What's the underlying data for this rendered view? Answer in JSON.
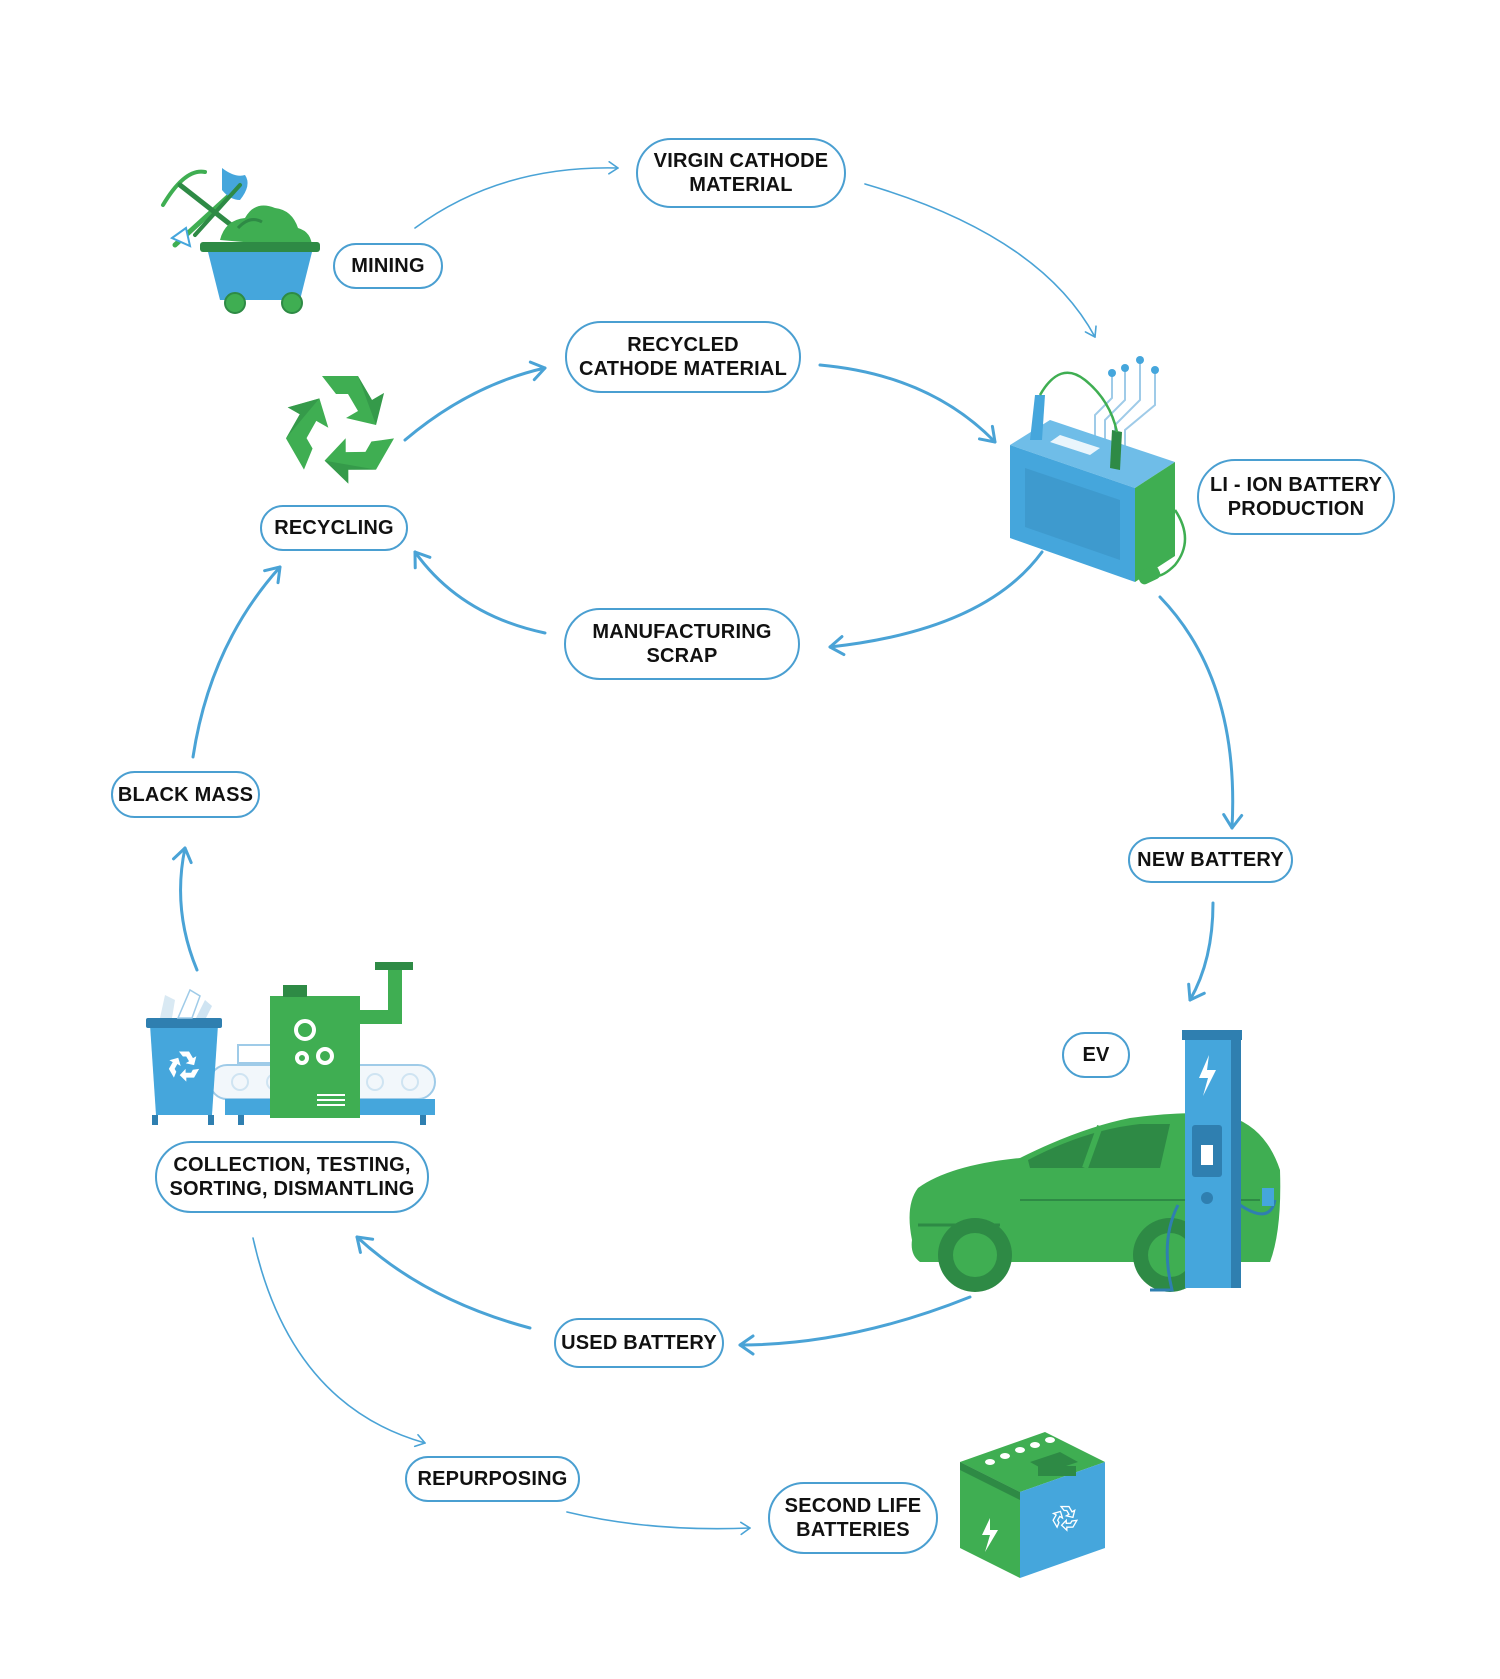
{
  "colors": {
    "arrow": "#4aa3d6",
    "pill_border": "#4a9fd1",
    "green": "#3fae52",
    "dark_green": "#2e8a45",
    "blue": "#45a6dc",
    "text": "#111111"
  },
  "nodes": {
    "mining": {
      "lines": [
        "MINING"
      ],
      "icon": "mining-cart-icon"
    },
    "virgin_cathode": {
      "lines": [
        "VIRGIN CATHODE",
        "MATERIAL"
      ]
    },
    "recycled_cathode": {
      "lines": [
        "RECYCLED",
        "CATHODE MATERIAL"
      ]
    },
    "recycling": {
      "lines": [
        "RECYCLING"
      ],
      "icon": "recycle-icon"
    },
    "li_ion_production": {
      "lines": [
        "LI - ION BATTERY",
        "PRODUCTION"
      ],
      "icon": "battery-production-icon"
    },
    "manufacturing_scrap": {
      "lines": [
        "MANUFACTURING",
        "SCRAP"
      ]
    },
    "black_mass": {
      "lines": [
        "BLACK MASS"
      ]
    },
    "new_battery": {
      "lines": [
        "NEW BATTERY"
      ]
    },
    "ev": {
      "lines": [
        "EV"
      ],
      "icon": "electric-car-charging-icon"
    },
    "collection": {
      "lines": [
        "COLLECTION, TESTING,",
        "SORTING, DISMANTLING"
      ],
      "icon": "recycling-plant-icon"
    },
    "used_battery": {
      "lines": [
        "USED BATTERY"
      ]
    },
    "repurposing": {
      "lines": [
        "REPURPOSING"
      ]
    },
    "second_life": {
      "lines": [
        "SECOND LIFE",
        "BATTERIES"
      ],
      "icon": "second-life-battery-icon"
    }
  }
}
